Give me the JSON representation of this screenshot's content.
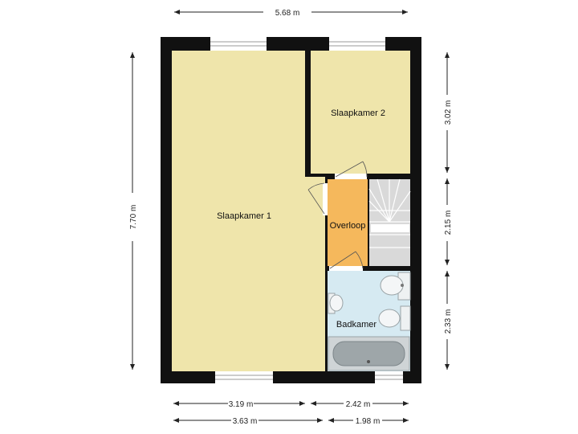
{
  "dimensions": {
    "top_width": "5.68 m",
    "left_height": "7.70 m",
    "right_1": "3.02 m",
    "right_2": "2.15 m",
    "right_3": "2.33 m",
    "bottom_1_left": "3.19 m",
    "bottom_1_right": "2.42 m",
    "bottom_2_left": "3.63 m",
    "bottom_2_right": "1.98 m"
  },
  "rooms": {
    "bedroom_1": "Slaapkamer 1",
    "bedroom_2": "Slaapkamer 2",
    "landing": "Overloop",
    "bathroom": "Badkamer"
  },
  "colors": {
    "wall": "#111111",
    "bedroom": "#efe5ab",
    "landing": "#f5b85c",
    "bathroom": "#d6eaf2",
    "stairs": "#d9d9d9"
  }
}
